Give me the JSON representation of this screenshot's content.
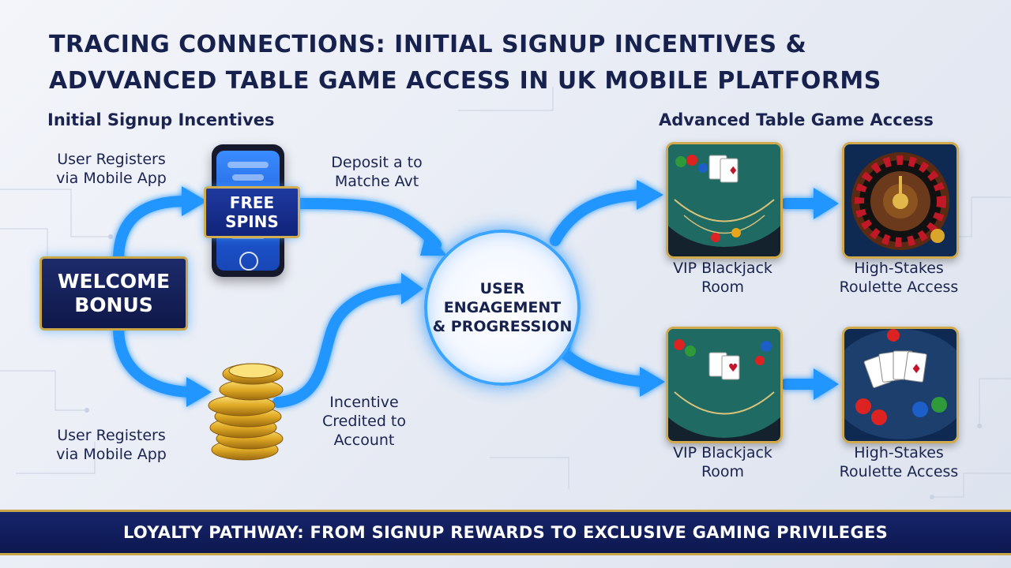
{
  "title": "TRACING CONNECTIONS: INITIAL SIGNUP INCENTIVES & ADVVANCED TABLE GAME ACCESS IN UK MOBILE PLATFORMS",
  "sections": {
    "left": "Initial Signup Incentives",
    "right": "Advanced Table Game Access"
  },
  "nodes": {
    "welcome_bonus": [
      "WELCOME",
      "BONUS"
    ],
    "free_spins": [
      "FREE",
      "SPINS"
    ],
    "engagement": [
      "USER",
      "ENGAGEMENT",
      "& PROGRESSION"
    ]
  },
  "labels": {
    "register_top": [
      "User Registers",
      "via Mobile App"
    ],
    "register_bottom": [
      "User Registers",
      "via Mobile App"
    ],
    "deposit": [
      "Deposit a to",
      "Matche Avt"
    ],
    "credited": [
      "Incentive",
      "Credited to",
      "Account"
    ],
    "blackjack_top": [
      "VIP Blackjack",
      "Room"
    ],
    "roulette_top": [
      "High-Stakes",
      "Roulette Access"
    ],
    "blackjack_bottom": [
      "VIP Blackjack",
      "Room"
    ],
    "roulette_bottom": [
      "High-Stakes",
      "Roulette Access"
    ]
  },
  "footer": "LOYALTY PATHWAY: FROM SIGNUP REWARDS TO EXCLUSIVE GAMING PRIVILEGES",
  "colors": {
    "navy": "#17214d",
    "arrow_blue": "#2196ff",
    "gold": "#c9a64a",
    "felt_green": "#1f6b63"
  },
  "icons": {
    "phone": "smartphone-icon",
    "coins": "gold-coins-icon",
    "blackjack": "blackjack-table-icon",
    "roulette": "roulette-wheel-icon",
    "poker": "poker-cards-chips-icon"
  }
}
